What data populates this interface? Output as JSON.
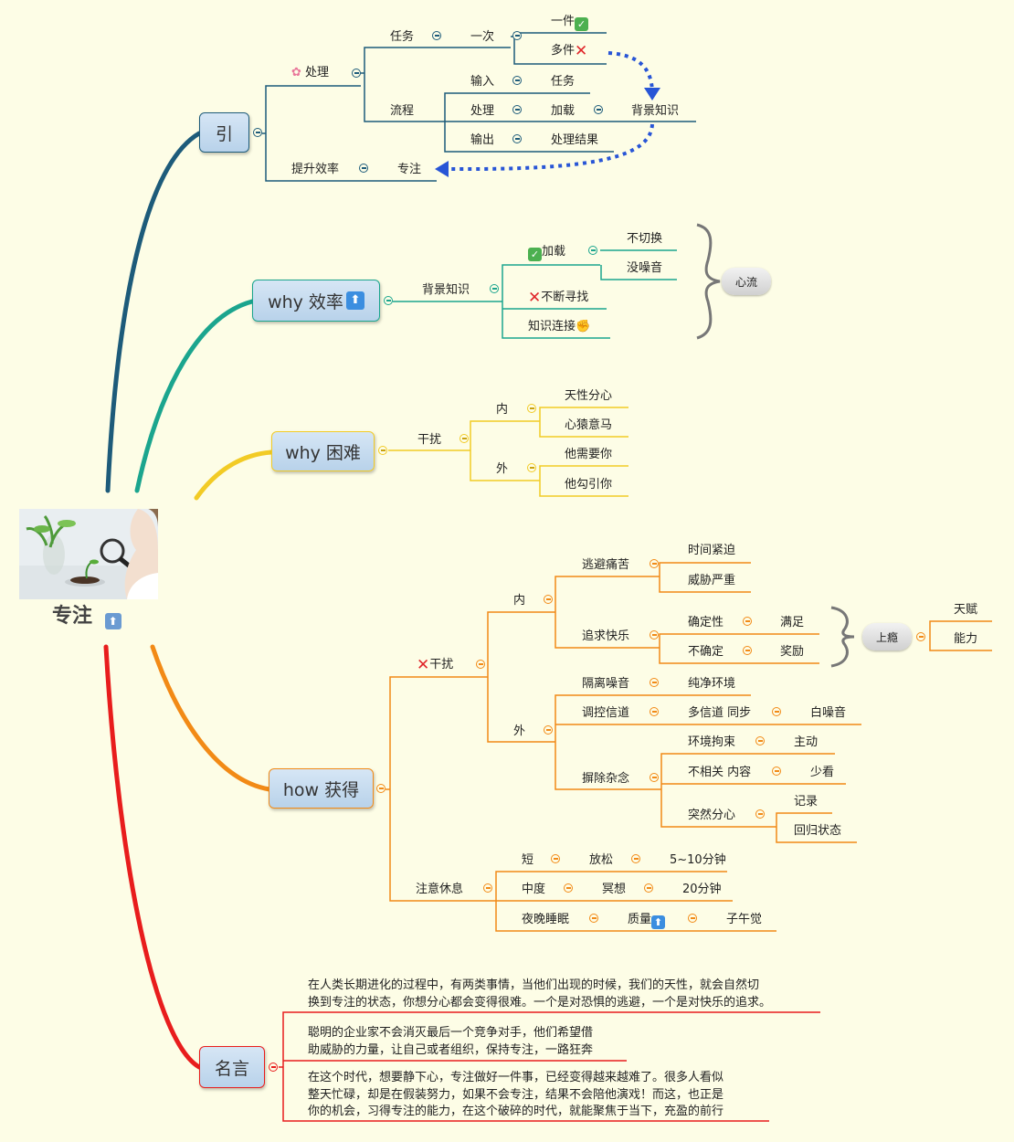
{
  "central": {
    "title": "专注",
    "icon_name": "top-arrow-icon",
    "icon_glyph": "⬆"
  },
  "colors": {
    "intro": "#1d5b7a",
    "why_efficiency": "#1ba58e",
    "why_hard": "#f2cb25",
    "how": "#f28a16",
    "quotes": "#e81d1d",
    "dash": "#2855d6"
  },
  "intro": {
    "label": "引",
    "process": "处理",
    "task": "任务",
    "once": "一次",
    "one_item": "一件",
    "many_items": "多件",
    "flow": "流程",
    "input": "输入",
    "input_task": "任务",
    "flow_process": "处理",
    "load": "加载",
    "background": "背景知识",
    "output": "输出",
    "output_result": "处理结果",
    "efficiency": "提升效率",
    "focus": "专注"
  },
  "why_efficiency": {
    "label": "why 效率",
    "background": "背景知识",
    "load": "加载",
    "no_switch": "不切换",
    "no_noise": "没噪音",
    "searching": "不断寻找",
    "connect": "知识连接",
    "flow": "心流"
  },
  "why_hard": {
    "label": "why 困难",
    "interference": "干扰",
    "inner": "内",
    "nature": "天性分心",
    "monkey": "心猿意马",
    "outer": "外",
    "needs_you": "他需要你",
    "tempts_you": "他勾引你"
  },
  "how": {
    "label": "how 获得",
    "interference": "干扰",
    "inner": "内",
    "escape_pain": "逃避痛苦",
    "time_pressure": "时间紧迫",
    "threat": "威胁严重",
    "pursue_joy": "追求快乐",
    "certain": "确定性",
    "satisfy": "满足",
    "uncertain": "不确定",
    "reward": "奖励",
    "addiction": "上瘾",
    "talent": "天赋",
    "ability": "能力",
    "outer": "外",
    "isolate_noise": "隔离噪音",
    "pure_env": "纯净环境",
    "control_channel": "调控信道",
    "multi_channel": "多信道 同步",
    "white_noise": "白噪音",
    "clear_mind": "摒除杂念",
    "env_constraint": "环境拘束",
    "active": "主动",
    "irrelevant": "不相关 内容",
    "see_less": "少看",
    "sudden": "突然分心",
    "record": "记录",
    "return_state": "回归状态",
    "rest": "注意休息",
    "short": "短",
    "relax": "放松",
    "short_time": "5~10分钟",
    "medium": "中度",
    "meditate": "冥想",
    "medium_time": "20分钟",
    "night_sleep": "夜晚睡眠",
    "quality": "质量",
    "midnight": "子午觉"
  },
  "quotes": {
    "label": "名言",
    "q1_line1": "在人类长期进化的过程中，有两类事情，当他们出现的时候，我们的天性，就会自然切",
    "q1_line2": "换到专注的状态，你想分心都会变得很难。一个是对恐惧的逃避，一个是对快乐的追求。",
    "q2_line1": "聪明的企业家不会消灭最后一个竞争对手，他们希望借",
    "q2_line2": "助威胁的力量，让自己或者组织，保持专注，一路狂奔",
    "q3_line1": "在这个时代，想要静下心，专注做好一件事，已经变得越来越难了。很多人看似",
    "q3_line2": "整天忙碌，却是在假装努力，如果不会专注，结果不会陪他演戏！而这，也正是",
    "q3_line3": "你的机会，习得专注的能力，在这个破碎的时代，就能聚焦于当下，充盈的前行"
  }
}
